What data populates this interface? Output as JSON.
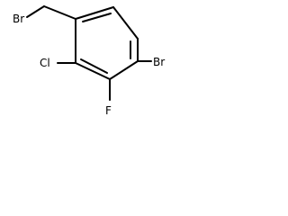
{
  "molecule": {
    "atoms": {
      "bromomethyl_br": "Br",
      "chloro": "Cl",
      "fluoro": "F",
      "ring_br": "Br"
    }
  },
  "colors": {
    "background": "#ffffff",
    "ink": "#000000"
  }
}
